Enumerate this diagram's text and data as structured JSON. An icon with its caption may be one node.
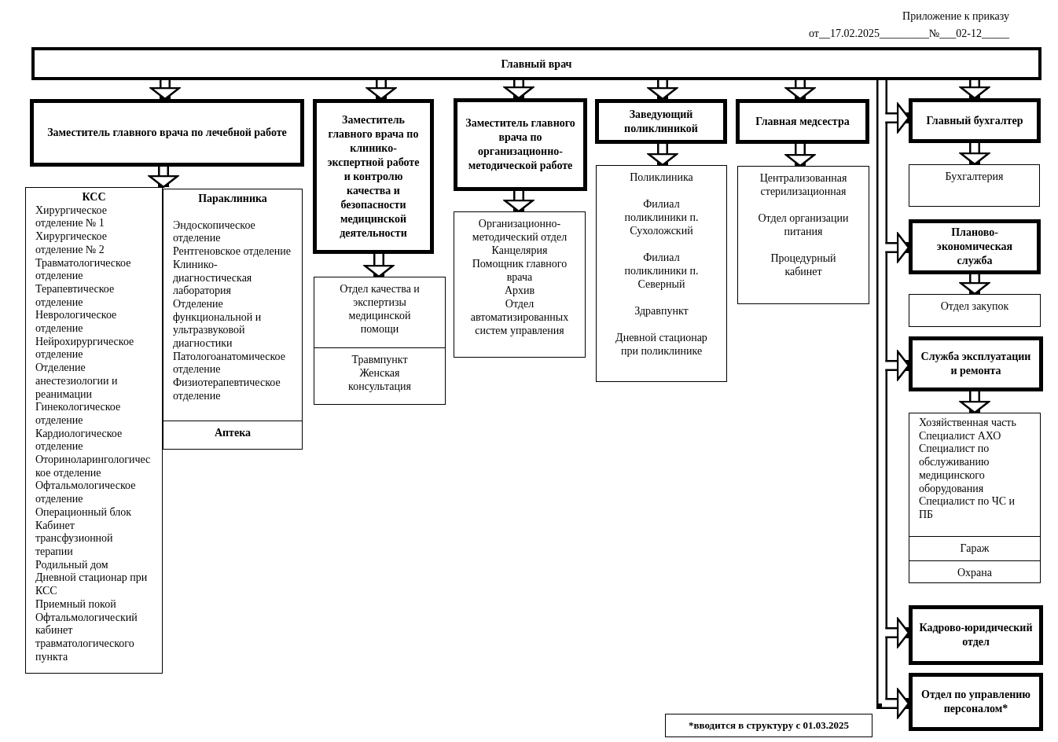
{
  "diagram": {
    "nodes": [
      {
        "text": [
          "Главный врач"
        ]
      },
      {
        "text": [
          "Заместитель главного врача по лечебной работе"
        ]
      },
      {
        "text": [
          "КСС",
          "Хирургическое отделение № 1",
          "Хирургическое отделение № 2",
          "Травматологическое отделение",
          "Терапевтическое отделение",
          "Неврологическое отделение",
          "Нейрохирургическое отделение",
          "Отделение анестезиологии и реанимации",
          "Гинекологическое отделение",
          "Кардиологическое отделение",
          "Оториноларингологическое отделение",
          "Офтальмологическое отделение",
          "Операционный блок",
          "Кабинет трансфузионной терапии",
          "Родильный дом",
          "Дневной стационар при КСС",
          "Приемный покой",
          "Офтальмологический кабинет травматологического пункта"
        ]
      },
      {
        "text": [
          "Параклиника",
          "Эндоскопическое отделение",
          "Рентгеновское отделение",
          "Клинико-диагностическая лаборатория",
          "Отделение функциональной и ультразвуковой диагностики",
          "Патологоанатомическое отделение",
          "Физиотерапевтическое отделение"
        ]
      },
      {
        "text": [
          "Аптека"
        ]
      },
      {
        "text": [
          "Заместитель главного врача по клинико-экспертной работе и контролю качества и безопасности медицинской деятельности"
        ]
      },
      {
        "text": [
          "Отдел качества и экспертизы медицинской помощи"
        ]
      },
      {
        "text": [
          "Травмпункт",
          "Женская консультация"
        ]
      },
      {
        "text": [
          "Заместитель главного врача по организационно-методической работе"
        ]
      },
      {
        "text": [
          "Организационно-методический отдел",
          "Канцелярия",
          "Помощник главного врача",
          "Архив",
          "Отдел автоматизированных систем управления"
        ]
      },
      {
        "text": [
          "Заведующий поликлиникой"
        ]
      },
      {
        "text": [
          "Поликлиника",
          "Филиал поликлиники п. Сухоложский",
          "Филиал поликлиники п. Северный",
          "Здравпункт",
          "Дневной стационар при поликлинике"
        ]
      },
      {
        "text": [
          "Главная медсестра"
        ]
      },
      {
        "text": [
          "Централизованная стерилизационная",
          "Отдел организации питания",
          "Процедурный кабинет"
        ]
      },
      {
        "text": [
          "Главный бухгалтер"
        ]
      },
      {
        "text": [
          "Бухгалтерия"
        ]
      },
      {
        "text": [
          "Планово-экономическая служба"
        ]
      },
      {
        "text": [
          "Отдел закупок"
        ]
      },
      {
        "text": [
          "Служба эксплуатации и ремонта"
        ]
      },
      {
        "text": [
          "Хозяйственная часть",
          "Специалист АХО",
          "Специалист по обслуживанию медицинского оборудования",
          "Специалист по ЧС и ПБ"
        ]
      },
      {
        "text": [
          "Гараж"
        ]
      },
      {
        "text": [
          "Охрана"
        ]
      },
      {
        "text": [
          "Кадрово-юридический отдел"
        ]
      },
      {
        "text": [
          "Отдел по управлению персоналом*"
        ]
      },
      {
        "text": [
          "*вводится в структуру с 01.03.2025"
        ]
      }
    ],
    "edges": [
      {
        "from": 0,
        "to": 1,
        "arrow": "to"
      },
      {
        "from": 0,
        "to": 5,
        "arrow": "to"
      },
      {
        "from": 0,
        "to": 8,
        "arrow": "to"
      },
      {
        "from": 0,
        "to": 10,
        "arrow": "to"
      },
      {
        "from": 0,
        "to": 12,
        "arrow": "to"
      },
      {
        "from": 0,
        "to": 14,
        "arrow": "to"
      },
      {
        "from": 1,
        "to": 2,
        "arrow": "to"
      },
      {
        "from": 1,
        "to": 3,
        "arrow": "to"
      },
      {
        "from": 5,
        "to": 6,
        "arrow": "to"
      },
      {
        "from": 8,
        "to": 9,
        "arrow": "to"
      },
      {
        "from": 10,
        "to": 11,
        "arrow": "to"
      },
      {
        "from": 12,
        "to": 13,
        "arrow": "to"
      },
      {
        "from": 14,
        "to": 15,
        "arrow": "to"
      },
      {
        "from": 16,
        "to": 17,
        "arrow": "to"
      },
      {
        "from": 18,
        "to": 19,
        "arrow": "to"
      },
      {
        "from": 0,
        "to": 14,
        "arrow": "to"
      },
      {
        "from": 0,
        "to": 16,
        "arrow": "to"
      },
      {
        "from": 0,
        "to": 18,
        "arrow": "to"
      },
      {
        "from": 0,
        "to": 22,
        "arrow": "to"
      },
      {
        "from": 0,
        "to": 23,
        "arrow": "to"
      }
    ],
    "labels": [
      "Приложение к приказу",
      "от__17.02.2025_________№___02-12_____"
    ]
  }
}
